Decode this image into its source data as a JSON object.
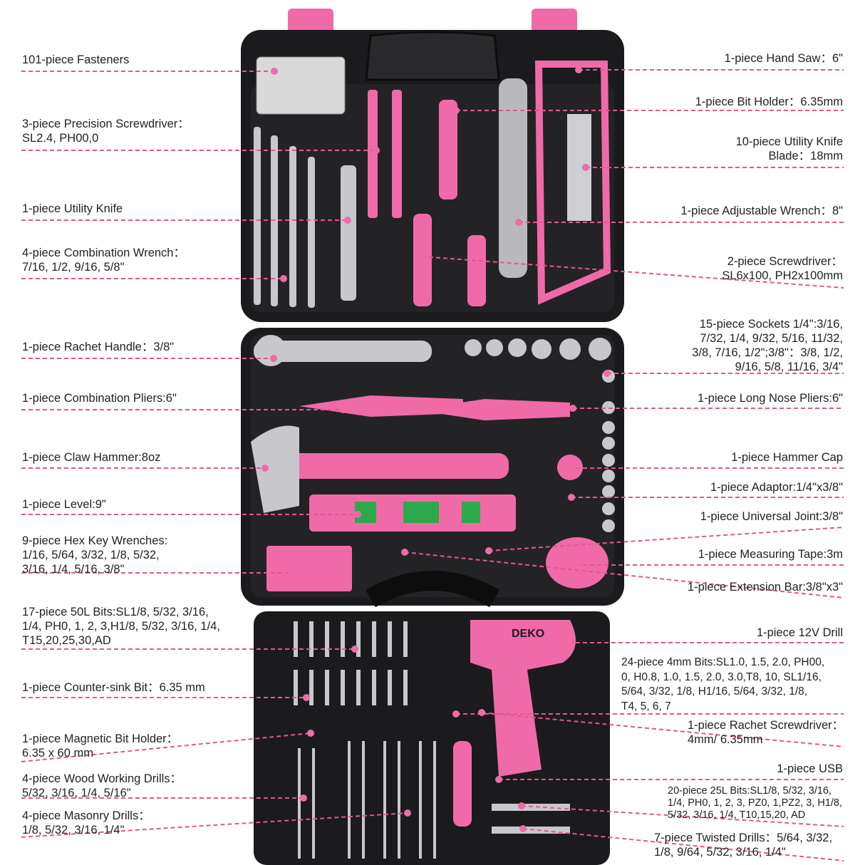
{
  "colors": {
    "accent": "#f06aa8",
    "case": "#1b1b1d",
    "leader": "#e0588f"
  },
  "brand": "DEKO",
  "left_labels": [
    {
      "name": "fasteners",
      "text": "101-piece Fasteners"
    },
    {
      "name": "precision-screwdriver",
      "text": "3-piece Precision Screwdriver：\nSL2.4, PH00,0"
    },
    {
      "name": "utility-knife",
      "text": "1-piece Utility Knife"
    },
    {
      "name": "combination-wrench",
      "text": "4-piece Combination Wrench：\n7/16, 1/2, 9/16, 5/8\""
    },
    {
      "name": "rachet-handle",
      "text": "1-piece Rachet Handle：3/8\""
    },
    {
      "name": "combination-pliers",
      "text": "1-piece Combination Pliers:6\""
    },
    {
      "name": "claw-hammer",
      "text": "1-piece Claw Hammer:8oz"
    },
    {
      "name": "level",
      "text": "1-piece Level:9\""
    },
    {
      "name": "hex-key",
      "text": "9-piece Hex Key Wrenches:\n1/16, 5/64, 3/32, 1/8, 5/32,\n3/16, 1/4, 5/16, 3/8\""
    },
    {
      "name": "bits-50l",
      "text": "17-piece 50L Bits:SL1/8, 5/32, 3/16,\n1/4, PH0, 1, 2, 3,H1/8, 5/32, 3/16, 1/4,\nT15,20,25,30,AD"
    },
    {
      "name": "counter-sink",
      "text": "1-piece Counter-sink Bit：6.35 mm"
    },
    {
      "name": "magnetic-bit-holder",
      "text": "1-piece Magnetic Bit Holder：\n6.35 x 60 mm"
    },
    {
      "name": "wood-drills",
      "text": "4-piece Wood Working Drills：\n5/32, 3/16, 1/4, 5/16\""
    },
    {
      "name": "masonry-drills",
      "text": "4-piece Masonry Drills：\n1/8, 5/32, 3/16, 1/4\""
    }
  ],
  "right_labels": [
    {
      "name": "hand-saw",
      "text": "1-piece Hand Saw：6\""
    },
    {
      "name": "bit-holder",
      "text": "1-piece Bit Holder：6.35mm"
    },
    {
      "name": "knife-blade",
      "text": "10-piece Utility Knife\nBlade：18mm"
    },
    {
      "name": "adjustable-wrench",
      "text": "1-piece Adjustable Wrench：8\""
    },
    {
      "name": "screwdriver-2",
      "text": "2-piece Screwdriver：\nSL6x100, PH2x100mm"
    },
    {
      "name": "sockets",
      "text": "15-piece Sockets 1/4\":3/16,\n7/32, 1/4, 9/32, 5/16, 11/32,\n3/8, 7/16, 1/2\";3/8\"：3/8, 1/2,\n9/16, 5/8, 11/16, 3/4\""
    },
    {
      "name": "long-nose-pliers",
      "text": "1-piece Long Nose Pliers:6\""
    },
    {
      "name": "hammer-cap",
      "text": "1-piece Hammer Cap"
    },
    {
      "name": "adaptor",
      "text": "1-piece Adaptor:1/4\"x3/8\""
    },
    {
      "name": "universal-joint",
      "text": "1-piece Universal Joint:3/8\""
    },
    {
      "name": "measuring-tape",
      "text": "1-piece Measuring Tape:3m"
    },
    {
      "name": "extension-bar",
      "text": "1-piece Extension Bar:3/8\"x3\""
    },
    {
      "name": "drill",
      "text": "1-piece 12V Drill"
    },
    {
      "name": "bits-4mm",
      "text": "24-piece 4mm Bits:SL1.0, 1.5, 2.0, PH00,\n0, H0.8, 1.0, 1.5, 2.0, 3.0,T8, 10,   SL1/16,\n5/64, 3/32, 1/8, H1/16, 5/64, 3/32, 1/8,\nT4, 5, 6, 7"
    },
    {
      "name": "rachet-screwdriver",
      "text": "1-piece Rachet Screwdriver：\n4mm/ 6.35mm"
    },
    {
      "name": "usb",
      "text": "1-piece USB"
    },
    {
      "name": "bits-25l",
      "text": "20-piece 25L Bits:SL1/8, 5/32, 3/16,\n1/4, PH0, 1, 2, 3, PZ0, 1,PZ2, 3, H1/8,\n5/32, 3/16, 1/4, T10,15,20, AD"
    },
    {
      "name": "twisted-drills",
      "text": "7-piece Twisted Drills：5/64, 3/32,\n1/8, 9/64, 5/32, 3/16, 1/4\""
    }
  ]
}
